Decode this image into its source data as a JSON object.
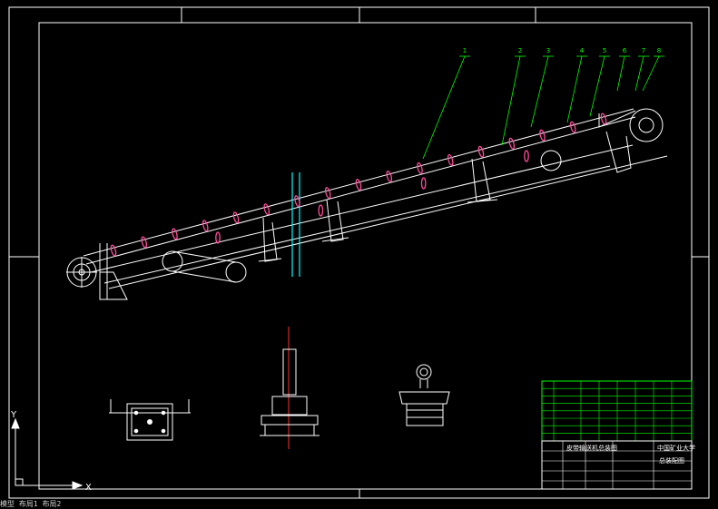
{
  "balloons": [
    "1",
    "2",
    "3",
    "4",
    "5",
    "6",
    "7",
    "8"
  ],
  "title_block": {
    "school": "中国矿业大学",
    "drawing_title": "皮带输送机总装图",
    "drawing_name": "总装配图"
  },
  "ucs": {
    "y_label": "Y",
    "x_label": "X"
  },
  "status_text": "  模型  布局1  布局2  ",
  "colors": {
    "background": "#000000",
    "frame": "#ffffff",
    "balloon": "#00ff00",
    "centerline": "#ff3030",
    "parts": "#ff4b9a",
    "accent": "#00ffff"
  }
}
